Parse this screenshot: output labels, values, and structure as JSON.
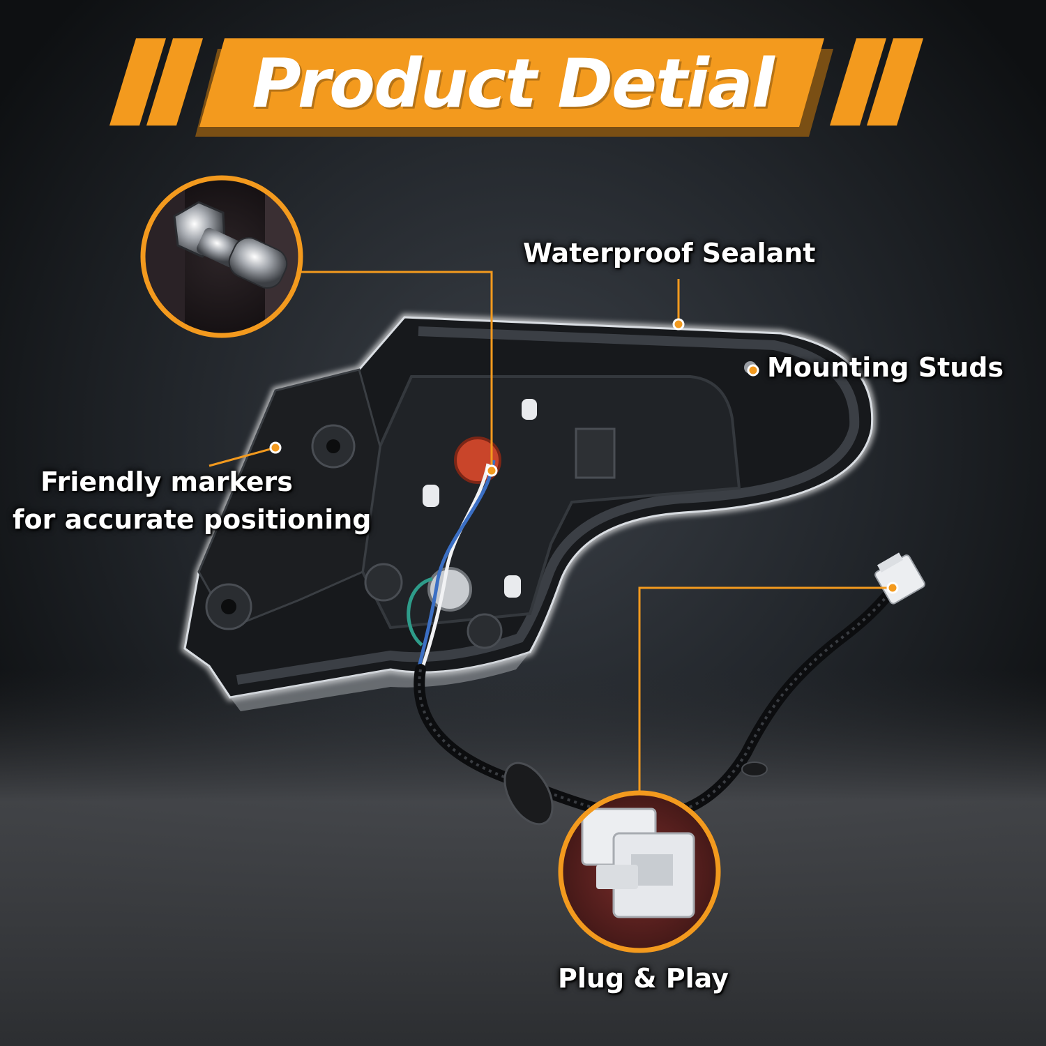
{
  "banner": {
    "title": "Product Detial",
    "accent_color": "#F39A1E"
  },
  "callouts": {
    "waterproof": "Waterproof Sealant",
    "studs": "Mounting Studs",
    "markers_line1": "Friendly markers",
    "markers_line2": "for accurate positioning",
    "plug": "Plug & Play"
  },
  "icons": {
    "bolt": "mounting-bolt-icon",
    "connector": "wire-connector-icon"
  }
}
